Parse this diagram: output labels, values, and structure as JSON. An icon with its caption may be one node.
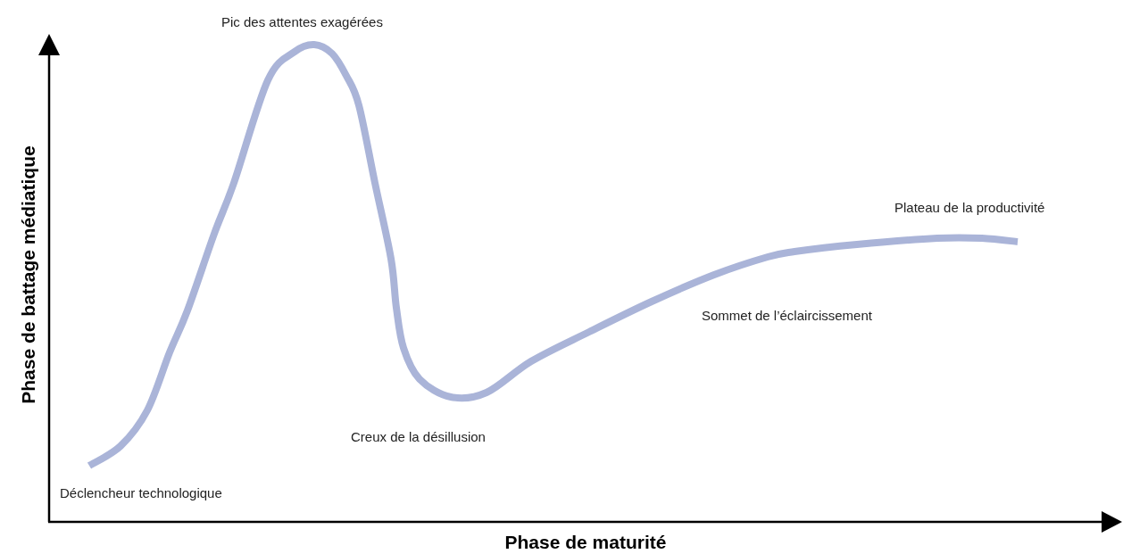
{
  "diagram": {
    "labels": [
      "Pic des attentes exagérées",
      "Phase de battage médiatique",
      "Plateau de la productivité",
      "Sommet de l’éclaircissement",
      "Creux de la désillusion",
      "Déclencheur technologique",
      "Phase de maturité"
    ]
  }
}
